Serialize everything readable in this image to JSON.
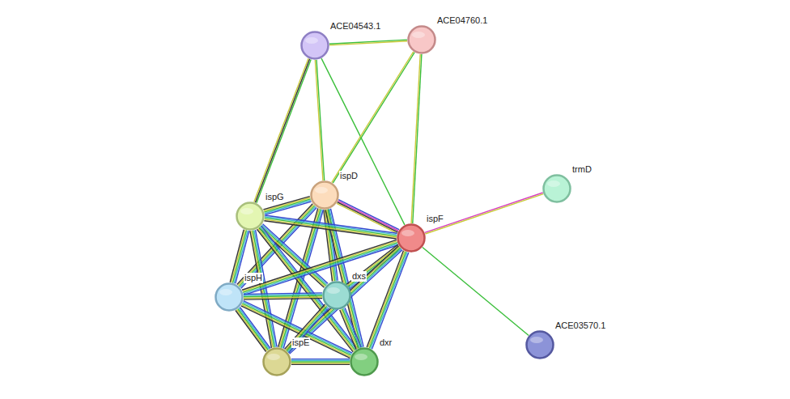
{
  "diagram": {
    "nodes": [
      {
        "text": [
          "ACE04543.1"
        ]
      },
      {
        "text": [
          "ACE04760.1"
        ]
      },
      {
        "text": [
          "ispD"
        ]
      },
      {
        "text": [
          "ispG"
        ]
      },
      {
        "text": [
          "ispF"
        ]
      },
      {
        "text": [
          "trmD"
        ]
      },
      {
        "text": [
          "ispH"
        ]
      },
      {
        "text": [
          "dxs"
        ]
      },
      {
        "text": [
          "ispE"
        ]
      },
      {
        "text": [
          "dxr"
        ]
      },
      {
        "text": [
          "ACE03570.1"
        ]
      }
    ],
    "edges": [
      {
        "from": 0,
        "to": 1,
        "arrow": "none"
      },
      {
        "from": 0,
        "to": 3,
        "arrow": "none"
      },
      {
        "from": 0,
        "to": 2,
        "arrow": "none"
      },
      {
        "from": 0,
        "to": 4,
        "arrow": "none"
      },
      {
        "from": 1,
        "to": 2,
        "arrow": "none"
      },
      {
        "from": 1,
        "to": 4,
        "arrow": "none"
      },
      {
        "from": 2,
        "to": 3,
        "arrow": "none"
      },
      {
        "from": 2,
        "to": 4,
        "arrow": "none"
      },
      {
        "from": 2,
        "to": 6,
        "arrow": "none"
      },
      {
        "from": 2,
        "to": 7,
        "arrow": "none"
      },
      {
        "from": 2,
        "to": 8,
        "arrow": "none"
      },
      {
        "from": 2,
        "to": 9,
        "arrow": "none"
      },
      {
        "from": 3,
        "to": 4,
        "arrow": "none"
      },
      {
        "from": 3,
        "to": 6,
        "arrow": "none"
      },
      {
        "from": 3,
        "to": 7,
        "arrow": "none"
      },
      {
        "from": 3,
        "to": 8,
        "arrow": "none"
      },
      {
        "from": 3,
        "to": 9,
        "arrow": "none"
      },
      {
        "from": 4,
        "to": 5,
        "arrow": "none"
      },
      {
        "from": 4,
        "to": 6,
        "arrow": "none"
      },
      {
        "from": 4,
        "to": 7,
        "arrow": "none"
      },
      {
        "from": 4,
        "to": 8,
        "arrow": "none"
      },
      {
        "from": 4,
        "to": 9,
        "arrow": "none"
      },
      {
        "from": 4,
        "to": 10,
        "arrow": "none"
      },
      {
        "from": 6,
        "to": 7,
        "arrow": "none"
      },
      {
        "from": 6,
        "to": 8,
        "arrow": "none"
      },
      {
        "from": 6,
        "to": 9,
        "arrow": "none"
      },
      {
        "from": 7,
        "to": 8,
        "arrow": "none"
      },
      {
        "from": 7,
        "to": 9,
        "arrow": "none"
      },
      {
        "from": 8,
        "to": 9,
        "arrow": "none"
      }
    ]
  }
}
